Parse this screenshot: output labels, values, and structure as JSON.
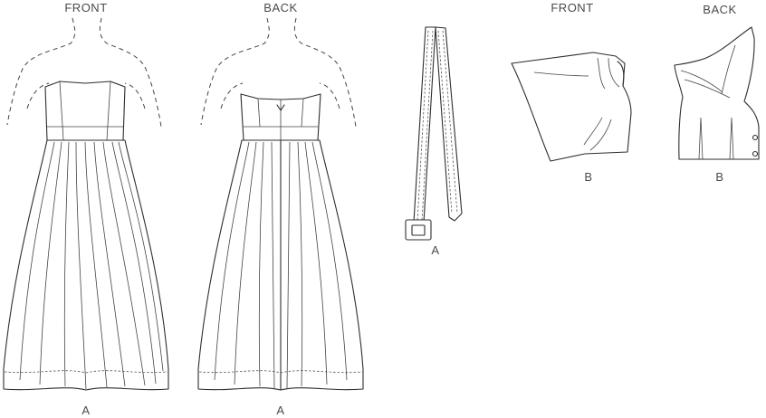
{
  "labels": {
    "dress_front_view": "FRONT",
    "dress_back_view": "BACK",
    "top_front_view": "FRONT",
    "top_back_view": "BACK",
    "dress_front_code": "A",
    "dress_back_code": "A",
    "belt_code": "A",
    "top_front_code": "B",
    "top_back_code": "B"
  },
  "colors": {
    "line": "#2e2e2e",
    "text": "#4a4a4a",
    "background": "#ffffff"
  }
}
